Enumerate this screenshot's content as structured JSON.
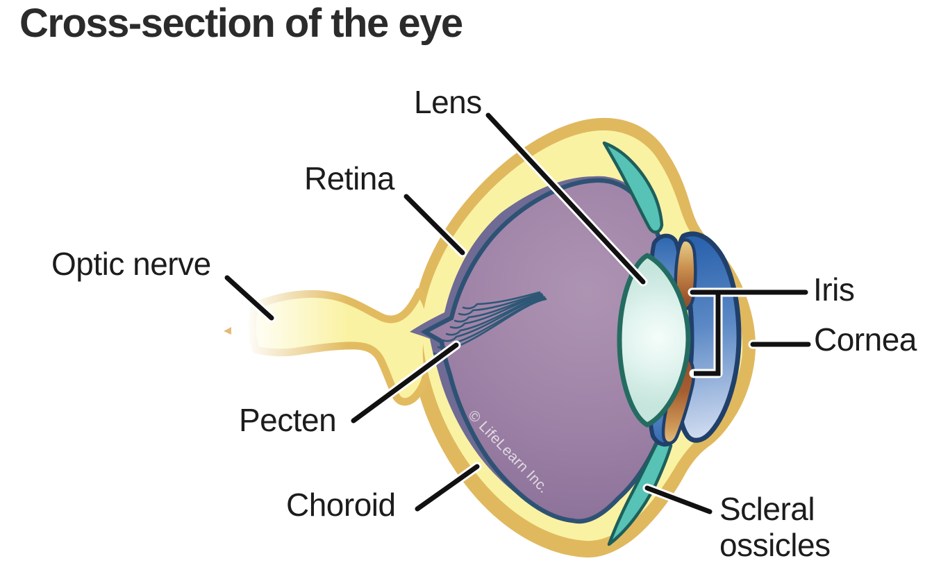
{
  "title": "Cross-section of the eye",
  "watermark": "© LifeLearn Inc.",
  "labels": {
    "lens": "Lens",
    "retina": "Retina",
    "optic_nerve": "Optic nerve",
    "iris": "Iris",
    "cornea": "Cornea",
    "pecten": "Pecten",
    "choroid": "Choroid",
    "scleral_ossicles": "Scleral ossicles"
  },
  "colors": {
    "background": "#ffffff",
    "title_text": "#2b2b2b",
    "label_text": "#1c1c1c",
    "leader_line": "#111111",
    "leader_casing": "#ffffff",
    "sclera_outer_gold": "#e0b95f",
    "sclera_inner_yellow": "#faf2a3",
    "choroid_slate": "#6f6b94",
    "retina_navy": "#2e5274",
    "vitreous_mauve": "#a285aa",
    "pecten_line": "#2e5776",
    "ossicle_teal": "#57c2b6",
    "ossicle_outline": "#1e5f5b",
    "chamber_blue_deep": "#2b63ad",
    "chamber_blue_light": "#d3dff2",
    "iris_orange": "#9c552b",
    "iris_tan": "#e0bc7a",
    "lens_fill": "#d7efe9",
    "lens_outline": "#256c60",
    "outline_navy": "#20406b",
    "watermark_text": "#ffffff"
  }
}
